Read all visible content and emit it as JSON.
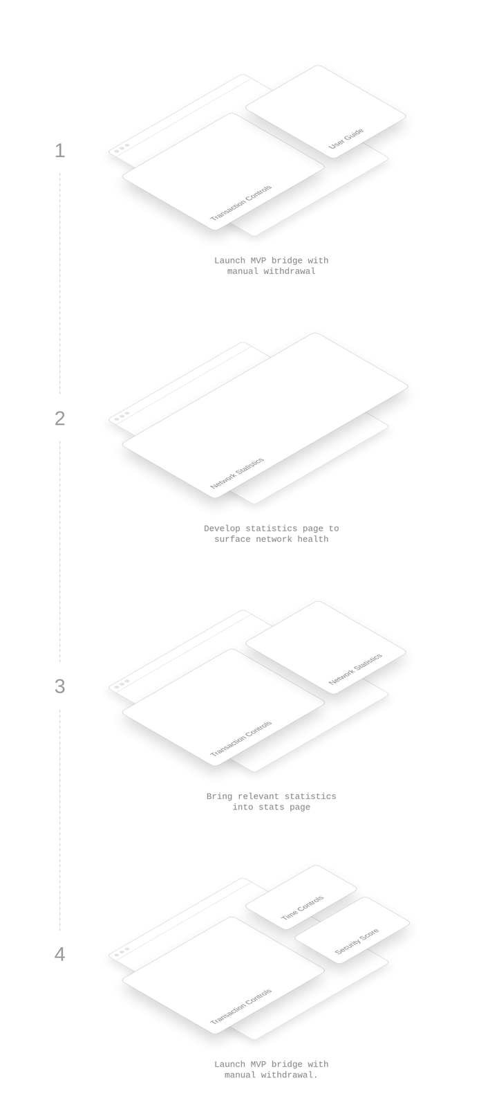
{
  "diagram": {
    "nodes": [
      {
        "text": [
          "Transaction Controls"
        ]
      },
      {
        "text": [
          "User Guide"
        ]
      },
      {
        "text": [
          "Network Statistics"
        ]
      },
      {
        "text": [
          "Transaction Controls"
        ]
      },
      {
        "text": [
          "Network Statistics"
        ]
      },
      {
        "text": [
          "Transaction Controls"
        ]
      },
      {
        "text": [
          "Time Controls"
        ]
      },
      {
        "text": [
          "Security Score"
        ]
      }
    ],
    "labels": [
      "1",
      "Launch MVP bridge with manual withdrawal",
      "2",
      "Develop statistics page to surface network health",
      "3",
      "Bring relevant statistics into stats page",
      "4",
      "Launch MVP bridge with manual withdrawal."
    ]
  }
}
